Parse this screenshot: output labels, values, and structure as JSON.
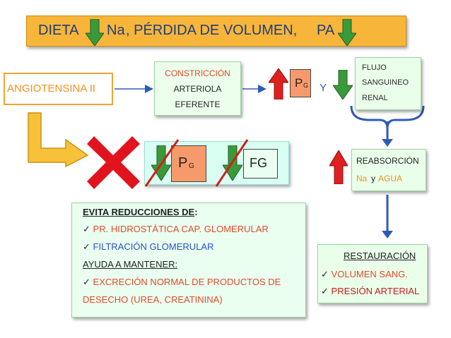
{
  "title": {
    "dieta": "DIETA",
    "na": "Na",
    "rest": ", PÉRDIDA DE VOLUMEN,",
    "pa": "PA"
  },
  "angiotensina": "ANGIOTENSINA II",
  "constriccion": {
    "line1": "CONSTRICCIÓN",
    "line2": "ARTERIOLA",
    "line3": "EFERENTE"
  },
  "pg": {
    "p": "P",
    "sub": "G"
  },
  "y_connector": "Y",
  "flujo": {
    "line1": "FLUJO",
    "line2": "SANGUINEO",
    "line3": "RENAL"
  },
  "middle": {
    "pg_p": "P",
    "pg_sub": "G",
    "fg": "FG"
  },
  "reabsorcion": {
    "title": "REABSORCIÓN",
    "na": "Na",
    "y": "y",
    "agua": "AGUA"
  },
  "evita": {
    "heading": "EVITA REDUCCIONES DE",
    "colon": ":",
    "item1": "PR. HIDROSTÁTICA CAP. GLOMERULAR",
    "item2": "FILTRACIÓN GLOMERULAR",
    "heading2": "AYUDA A MANTENER:",
    "item3a": "EXCRECIÓN NORMAL DE PRODUCTOS DE",
    "item3b": "DESECHO (UREA, CREATININA)"
  },
  "restauracion": {
    "title": "RESTAURACIÓN",
    "item1": "VOLUMEN SANG.",
    "item2": "PRESIÓN ARTERIAL"
  },
  "check_mark": "✓",
  "colors": {
    "title_bg": "#f7b53a",
    "title_text": "#1f3d7a",
    "arrow_down": "#3a9a3a",
    "arrow_up": "#e02020",
    "orange_text": "#f0901c",
    "red_text": "#e04a2a",
    "blue_text": "#2a4fc8",
    "pg_box": "#f79a6b",
    "connector": "#2e5bb8",
    "x_mark": "#e0141e"
  }
}
